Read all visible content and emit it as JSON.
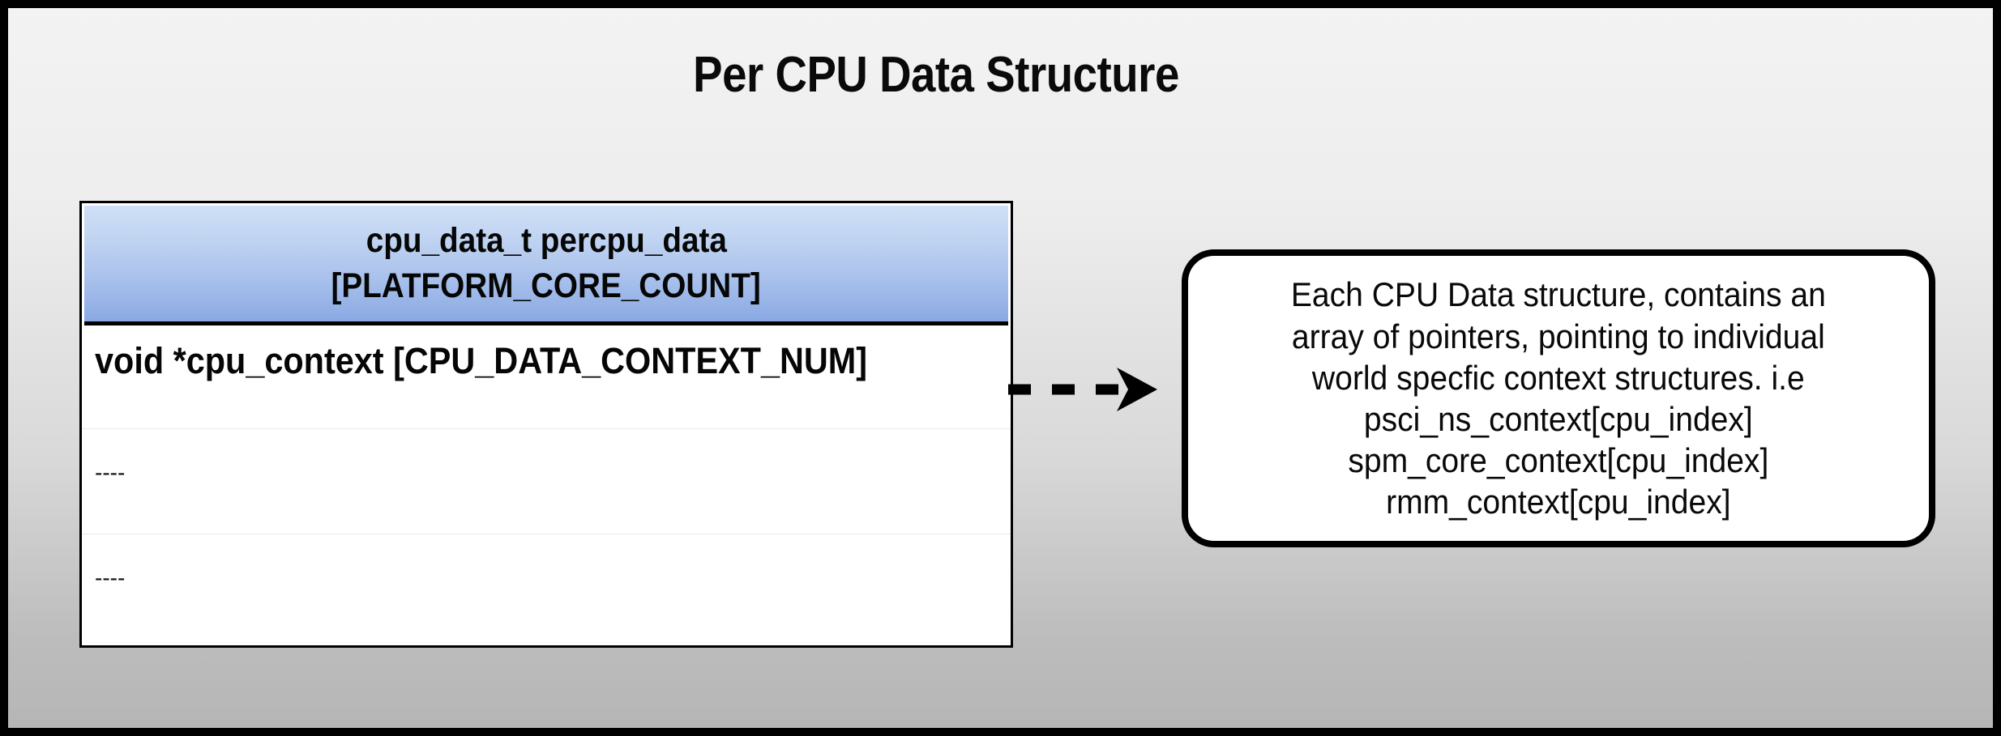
{
  "diagram": {
    "title": "Per CPU Data Structure",
    "background": {
      "gradient_top": "#f3f3f3",
      "gradient_bottom": "#b6b6b6",
      "border_color": "#000000"
    }
  },
  "struct_table": {
    "name": "percpu-data-table",
    "header": {
      "line1": "cpu_data_t percpu_data",
      "line2": "[PLATFORM_CORE_COUNT]",
      "fill_top": "#cfdff6",
      "fill_bottom": "#89a8e2"
    },
    "rows": [
      {
        "label": "void *cpu_context [CPU_DATA_CONTEXT_NUM]",
        "emphasis": "bold"
      },
      {
        "label": "----",
        "emphasis": "normal"
      },
      {
        "label": "----",
        "emphasis": "normal"
      }
    ]
  },
  "connector": {
    "name": "dashed-arrow",
    "style": "dashed",
    "arrowhead": "filled-barbed",
    "color": "#000000",
    "from": "percpu-data-table",
    "to": "callout-note"
  },
  "callout": {
    "name": "callout-note",
    "lines": [
      "Each CPU Data structure, contains an",
      "array of pointers, pointing to individual",
      "world specfic context structures. i.e",
      "psci_ns_context[cpu_index]",
      "spm_core_context[cpu_index]",
      "rmm_context[cpu_index]"
    ],
    "border_color": "#000000",
    "fill": "#ffffff"
  }
}
